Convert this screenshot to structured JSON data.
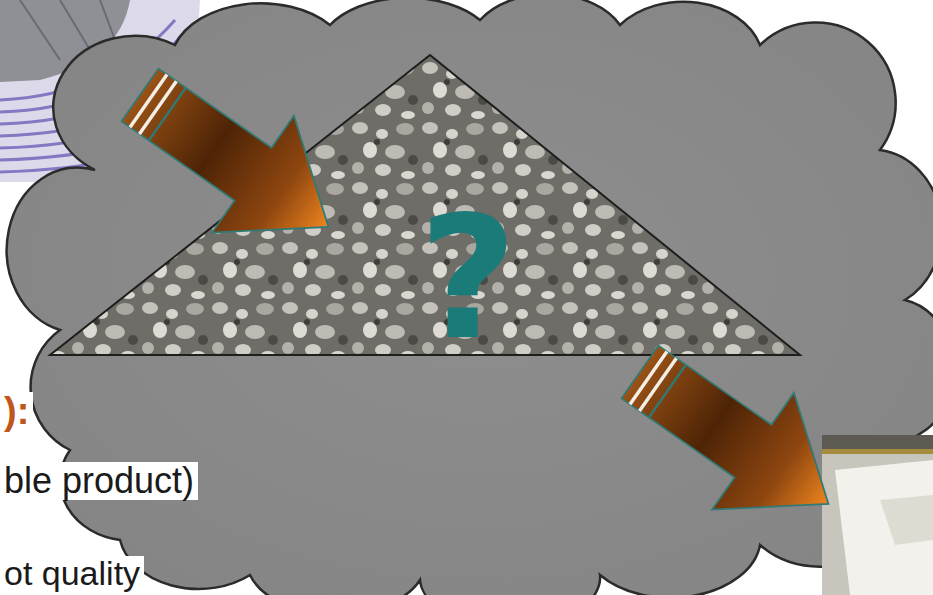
{
  "diagram": {
    "nodes": [
      {
        "text": [
          "?"
        ]
      }
    ],
    "labels": [
      "):",
      "ble product)",
      "ot quality"
    ]
  }
}
